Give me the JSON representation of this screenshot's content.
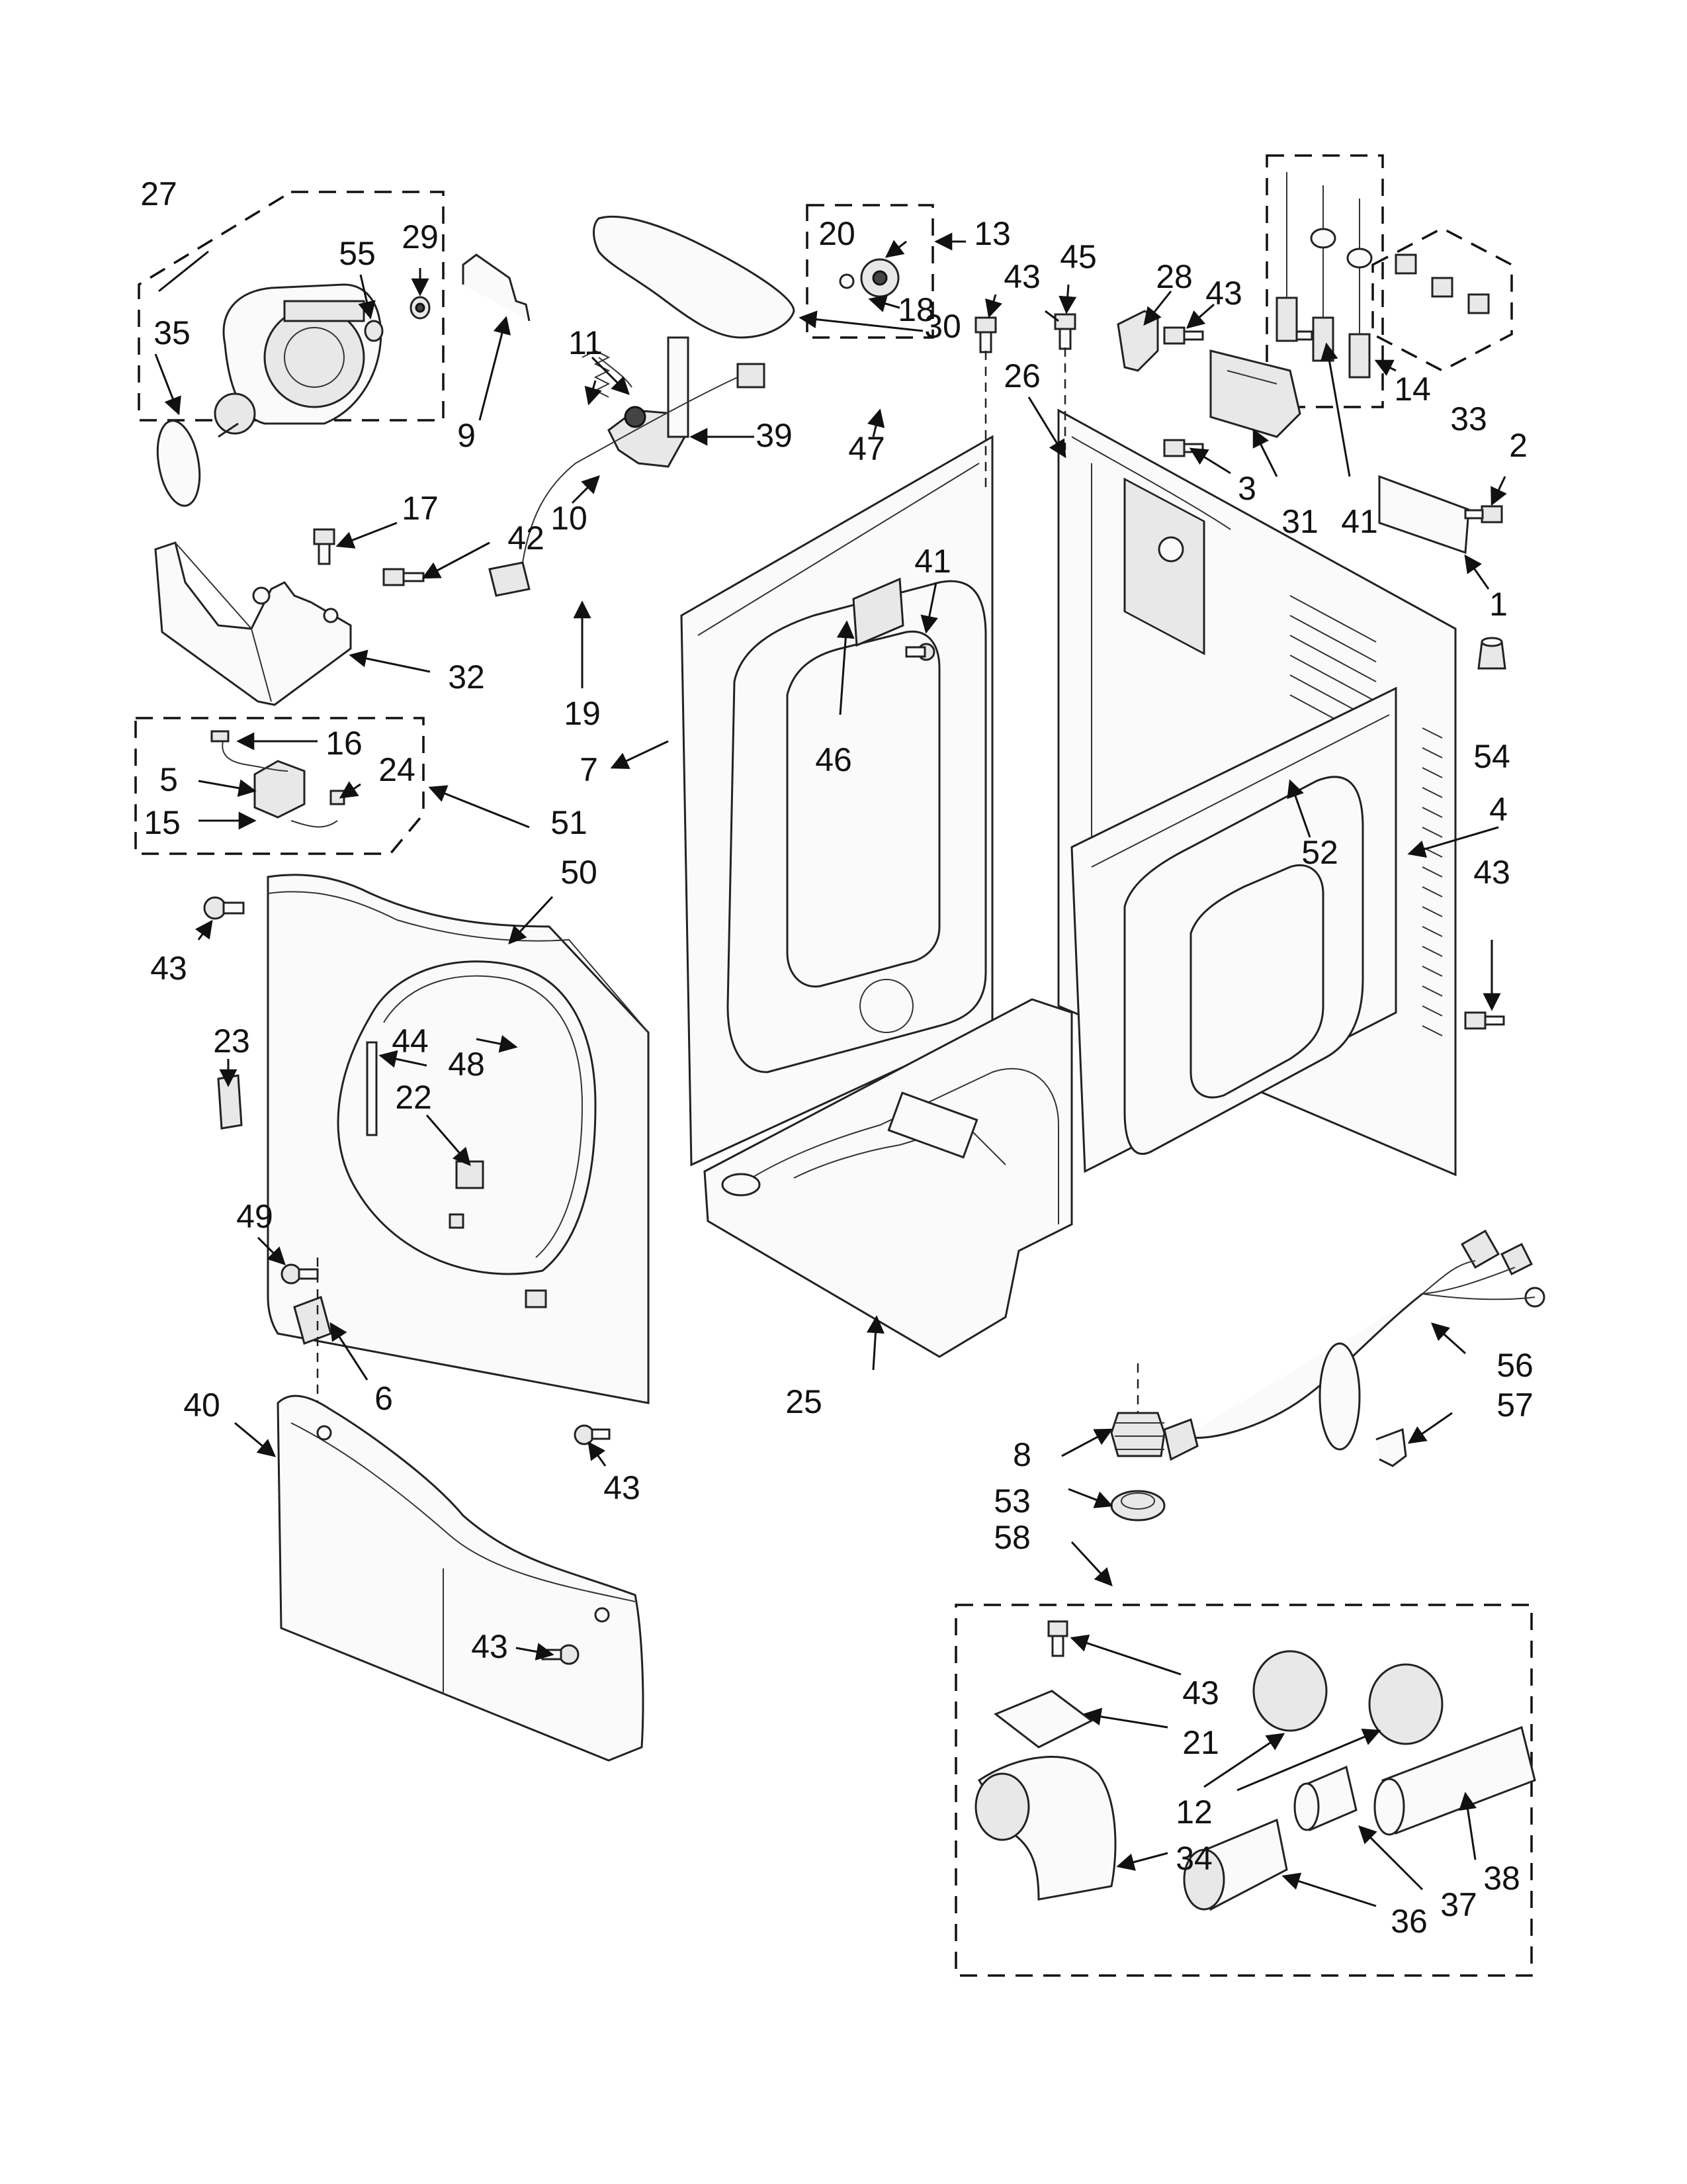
{
  "labels": {
    "n1": "1",
    "n2": "2",
    "n3": "3",
    "n4": "4",
    "n5": "5",
    "n6": "6",
    "n7": "7",
    "n8": "8",
    "n9": "9",
    "n10": "10",
    "n11": "11",
    "n12": "12",
    "n13": "13",
    "n14": "14",
    "n15": "15",
    "n16": "16",
    "n17": "17",
    "n18": "18",
    "n19": "19",
    "n20": "20",
    "n21": "21",
    "n22": "22",
    "n23": "23",
    "n24": "24",
    "n25": "25",
    "n26": "26",
    "n27": "27",
    "n28": "28",
    "n29": "29",
    "n30": "30",
    "n31": "31",
    "n32": "32",
    "n33": "33",
    "n34": "34",
    "n35": "35",
    "n36": "36",
    "n37": "37",
    "n38": "38",
    "n39": "39",
    "n40": "40",
    "n41": "41",
    "n42": "42",
    "n43": "43",
    "n44": "44",
    "n45": "45",
    "n46": "46",
    "n47": "47",
    "n48": "48",
    "n49": "49",
    "n50": "50",
    "n51": "51",
    "n52": "52",
    "n53": "53",
    "n54": "54",
    "n55": "55",
    "n56": "56",
    "n57": "57",
    "n58": "58"
  },
  "colors": {
    "ink": "#111111",
    "paper": "#ffffff"
  }
}
